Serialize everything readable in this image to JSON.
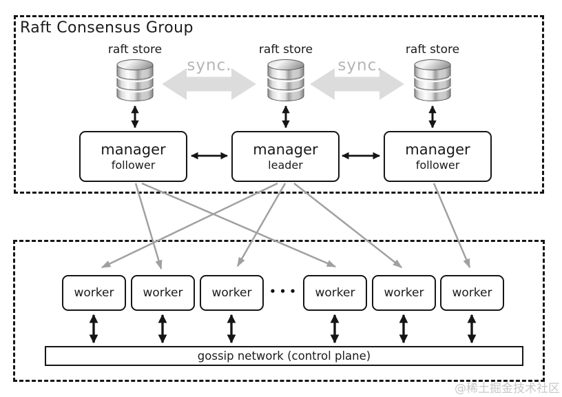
{
  "raft_group": {
    "title": "Raft Consensus Group",
    "stores": [
      {
        "label": "raft store"
      },
      {
        "label": "raft store"
      },
      {
        "label": "raft store"
      }
    ],
    "sync": [
      {
        "label": "sync."
      },
      {
        "label": "sync."
      }
    ],
    "managers": [
      {
        "name": "manager",
        "role": "follower"
      },
      {
        "name": "manager",
        "role": "leader"
      },
      {
        "name": "manager",
        "role": "follower"
      }
    ]
  },
  "worker_group": {
    "workers": [
      {
        "label": "worker"
      },
      {
        "label": "worker"
      },
      {
        "label": "worker"
      },
      {
        "label": "worker"
      },
      {
        "label": "worker"
      },
      {
        "label": "worker"
      }
    ],
    "ellipsis": "•••",
    "gossip_label": "gossip network (control plane)"
  },
  "watermark": "@稀土掘金技术社区",
  "colors": {
    "ink": "#1a1a1a",
    "connector_gray": "#a0a0a0",
    "sync_arrow_fill": "#dcdcdc",
    "sync_text": "#b5b5b5",
    "watermark_text": "#c8c8c8"
  }
}
